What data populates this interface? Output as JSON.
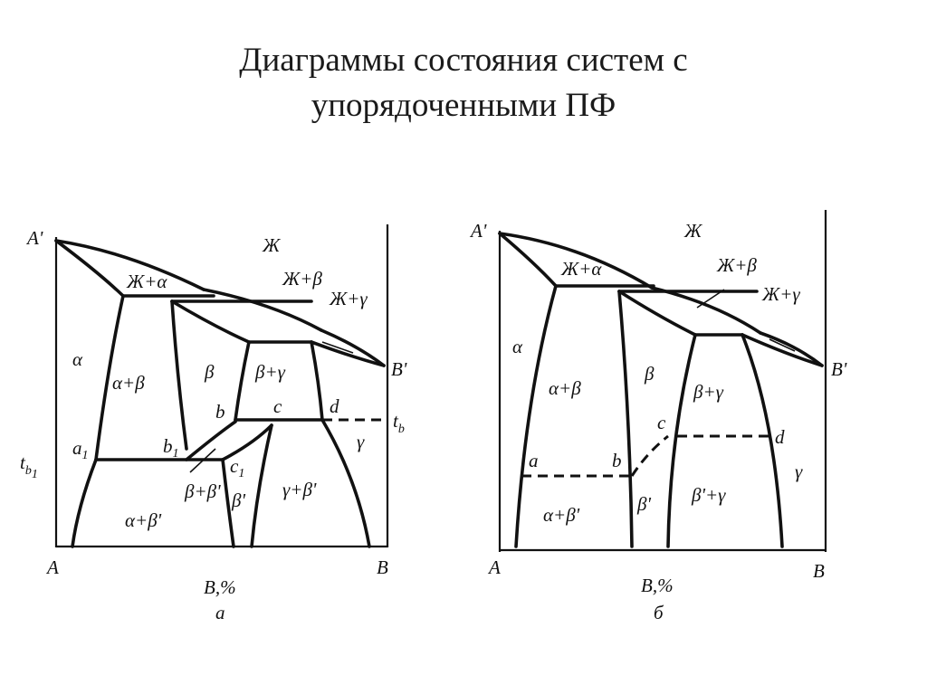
{
  "title": {
    "line1": "Диаграммы состояния систем с",
    "line2": "упорядоченными  ПФ"
  },
  "diagram_a": {
    "caption": "а",
    "axis_label": "B,%",
    "left_corner": "A",
    "right_corner": "B",
    "left_top": "A'",
    "right_top": "B'",
    "t_b": "t",
    "t_b_sub": "b",
    "t_b1": "t",
    "t_b1_sub": "b",
    "t_b1_sub2": "1",
    "liquid": "Ж",
    "l_alpha": "Ж+α",
    "l_beta": "Ж+β",
    "l_gamma": "Ж+γ",
    "alpha": "α",
    "alpha_beta": "α+β",
    "beta": "β",
    "beta_gamma": "β+γ",
    "gamma": "γ",
    "point_b": "b",
    "point_c": "c",
    "point_d": "d",
    "point_a1": "a",
    "point_a1_sub": "1",
    "point_b1": "b",
    "point_b1_sub": "1",
    "point_c1": "c",
    "point_c1_sub": "1",
    "beta_betap": "β+β'",
    "betap": "β'",
    "gamma_betap": "γ+β'",
    "alpha_betap": "α+β'"
  },
  "diagram_b": {
    "caption": "б",
    "axis_label": "B,%",
    "left_corner": "A",
    "right_corner": "B",
    "left_top": "A'",
    "right_top": "B'",
    "liquid": "Ж",
    "l_alpha": "Ж+α",
    "l_beta": "Ж+β",
    "l_gamma": "Ж+γ",
    "alpha": "α",
    "alpha_beta": "α+β",
    "beta": "β",
    "beta_gamma": "β+γ",
    "gamma": "γ",
    "point_a": "a",
    "point_b": "b",
    "point_c": "c",
    "point_d": "d",
    "alpha_betap": "α+β'",
    "betap": "β'",
    "betap_gamma": "β'+γ"
  }
}
